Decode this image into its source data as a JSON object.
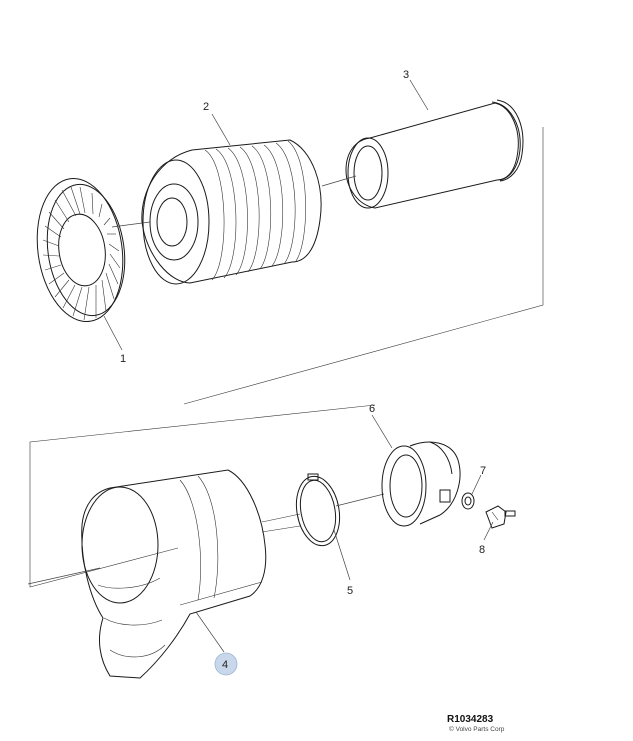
{
  "callouts": {
    "p1": "1",
    "p2": "2",
    "p3": "3",
    "p4": "4",
    "p5": "5",
    "p6": "6",
    "p7": "7",
    "p8": "8"
  },
  "highlighted_part": "4",
  "colors": {
    "line": "#1a1a1a",
    "fill": "#ffffff",
    "shade": "#e6e6e6",
    "highlight": "#c9d7ea",
    "highlight_stroke": "#9fb4d4"
  },
  "footer": {
    "reference_code": "R1034283",
    "copyright": "© Volvo Parts Corp"
  }
}
